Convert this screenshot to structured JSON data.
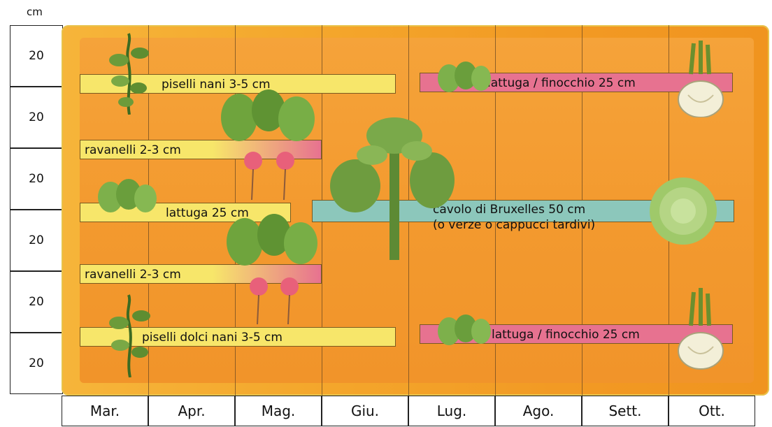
{
  "unit_label": "cm",
  "row_spacing": [
    "20",
    "20",
    "20",
    "20",
    "20",
    "20"
  ],
  "months": [
    "Mar.",
    "Apr.",
    "Mag.",
    "Giu.",
    "Lug.",
    "Ago.",
    "Sett.",
    "Ott."
  ],
  "bars": [
    {
      "id": "piselli-nani",
      "text": "piselli nani  3-5 cm"
    },
    {
      "id": "lattuga-finocchio-1",
      "text": "lattuga / finocchio  25 cm"
    },
    {
      "id": "ravanelli-1",
      "text": "ravanelli  2-3 cm"
    },
    {
      "id": "lattuga",
      "text": "lattuga  25 cm"
    },
    {
      "id": "cavolo",
      "text": "cavolo di Bruxelles  50 cm",
      "text2": "(o verze o cappucci tardivi)"
    },
    {
      "id": "ravanelli-2",
      "text": "ravanelli  2-3 cm"
    },
    {
      "id": "piselli-dolci",
      "text": "piselli dolci nani 3-5 cm"
    },
    {
      "id": "lattuga-finocchio-2",
      "text": "lattuga / finocchio  25 cm"
    }
  ],
  "colors": {
    "board": "#f4a72c",
    "yellow_bar": "#f7e66a",
    "pink_bar": "#e77290",
    "teal_bar": "#8cc7bb"
  }
}
